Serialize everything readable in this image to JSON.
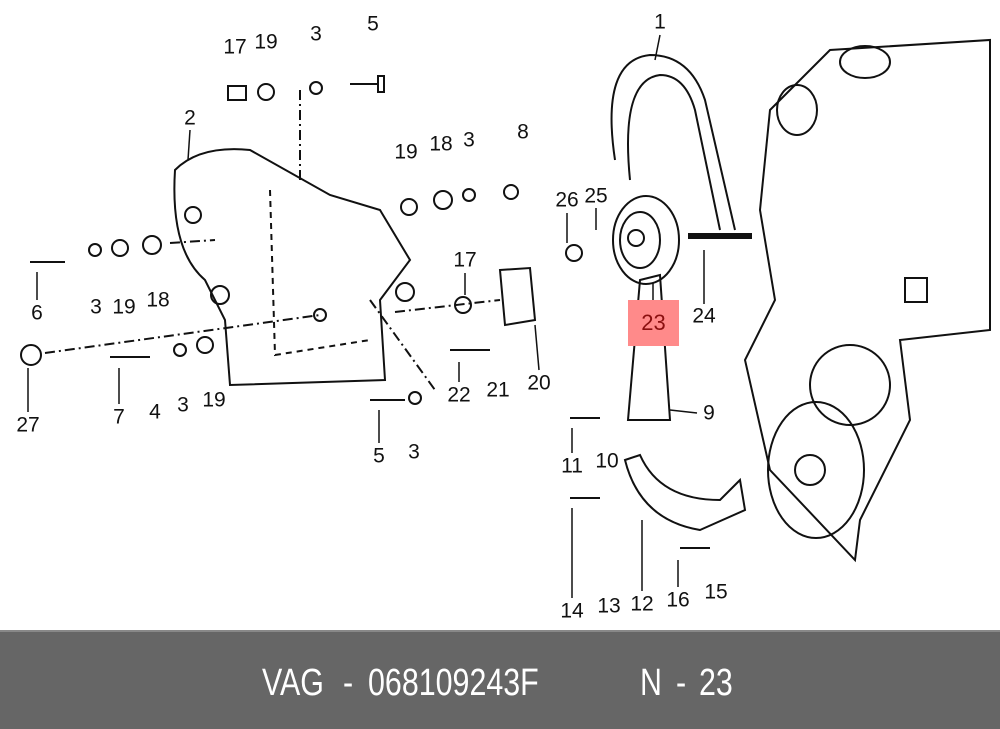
{
  "diagram": {
    "labels": [
      "1",
      "2",
      "3",
      "5",
      "17",
      "19",
      "19",
      "18",
      "3",
      "8",
      "26",
      "25",
      "6",
      "3",
      "19",
      "18",
      "17",
      "24",
      "27",
      "7",
      "4",
      "3",
      "19",
      "22",
      "21",
      "20",
      "5",
      "3",
      "9",
      "11",
      "10",
      "14",
      "13",
      "12",
      "16",
      "15"
    ],
    "highlighted_label": "23",
    "highlight_color": "#ff8a8a"
  },
  "footer": {
    "brand": "VAG",
    "separator": "-",
    "part_number": "068109243F",
    "position_prefix": "N",
    "position_number": "23",
    "background": "#666666"
  }
}
